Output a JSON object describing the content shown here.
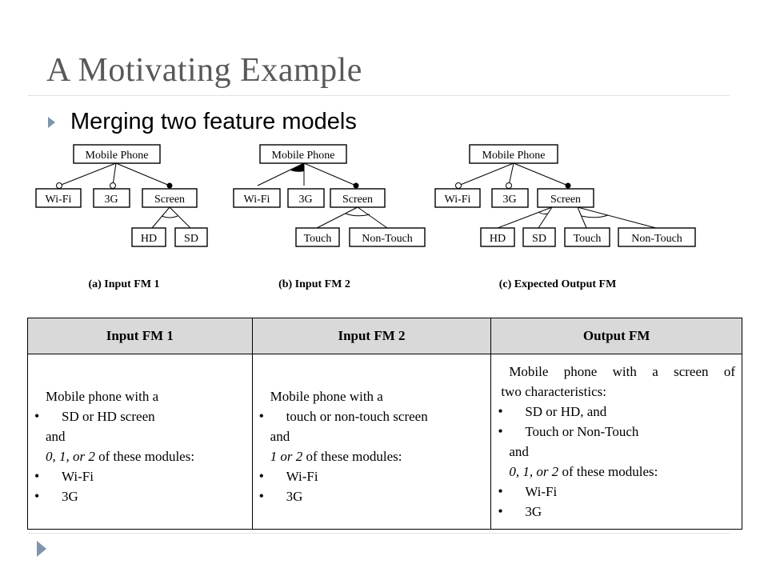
{
  "title": "A Motivating Example",
  "bullet": "Merging two feature models",
  "diagrams": [
    {
      "root": "Mobile Phone",
      "children": [
        "Wi-Fi",
        "3G",
        "Screen"
      ],
      "grandchildren": [
        "HD",
        "SD"
      ],
      "caption": "(a) Input FM 1"
    },
    {
      "root": "Mobile Phone",
      "children": [
        "Wi-Fi",
        "3G",
        "Screen"
      ],
      "grandchildren": [
        "Touch",
        "Non-Touch"
      ],
      "caption": "(b) Input FM 2"
    },
    {
      "root": "Mobile Phone",
      "children": [
        "Wi-Fi",
        "3G",
        "Screen"
      ],
      "grandchildren": [
        "HD",
        "SD",
        "Touch",
        "Non-Touch"
      ],
      "caption": "(c) Expected Output FM"
    }
  ],
  "table": {
    "headers": [
      "Input FM 1",
      "Input FM 2",
      "Output FM"
    ],
    "col1": {
      "intro": "Mobile phone with a",
      "b1": "SD or HD screen",
      "and": "and",
      "mods_em": "0, 1, or 2",
      "mods_rest": " of these modules:",
      "b2": "Wi-Fi",
      "b3": "3G"
    },
    "col2": {
      "intro": "Mobile phone with a",
      "b1": "touch or non-touch screen",
      "and": "and",
      "mods_em": "1 or 2",
      "mods_rest": " of these modules:",
      "b2": "Wi-Fi",
      "b3": "3G"
    },
    "col3": {
      "intro1": "Mobile phone with a screen of",
      "intro2": "two characteristics:",
      "b1": "SD or HD, and",
      "b2": "Touch or Non-Touch",
      "and": "and",
      "mods_em": "0, 1, or 2",
      "mods_rest": " of these modules:",
      "b3": "Wi-Fi",
      "b4": "3G"
    }
  }
}
